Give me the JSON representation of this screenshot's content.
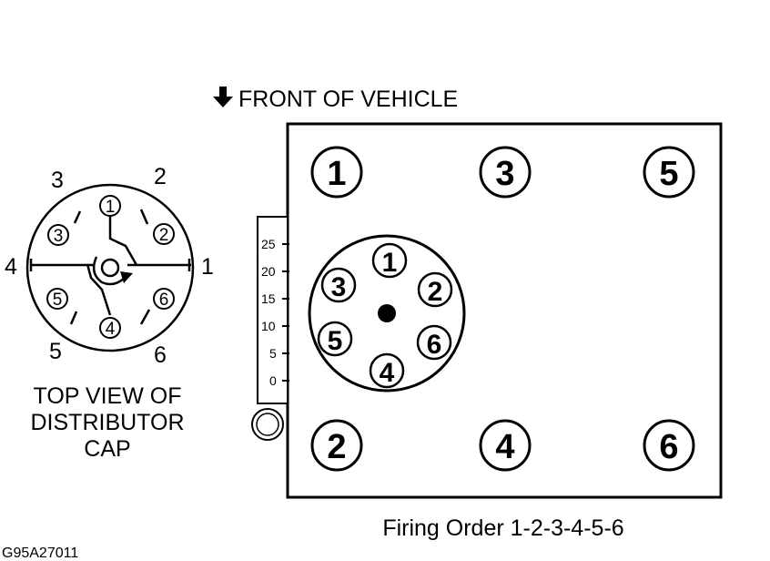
{
  "header": {
    "front_label": "FRONT OF VEHICLE"
  },
  "engine": {
    "cylinders_top_row": [
      "1",
      "3",
      "5"
    ],
    "cylinders_bottom_row": [
      "2",
      "4",
      "6"
    ],
    "rotor_cap_numbers": [
      "1",
      "2",
      "6",
      "4",
      "5",
      "3"
    ],
    "timing_scale": [
      "25",
      "20",
      "15",
      "10",
      "5",
      "0"
    ]
  },
  "distributor": {
    "outer_labels": [
      "1",
      "2",
      "3",
      "4",
      "5",
      "6"
    ],
    "inner_labels": [
      "1",
      "2",
      "6",
      "4",
      "5",
      "3"
    ],
    "caption_lines": [
      "TOP VIEW OF",
      "DISTRIBUTOR",
      "CAP"
    ]
  },
  "firing_order": "Firing Order 1-2-3-4-5-6",
  "figure_id": "G95A27011",
  "colors": {
    "ink": "#000000",
    "paper": "#ffffff"
  },
  "icons": {
    "front_arrow": "arrow-down-icon"
  }
}
